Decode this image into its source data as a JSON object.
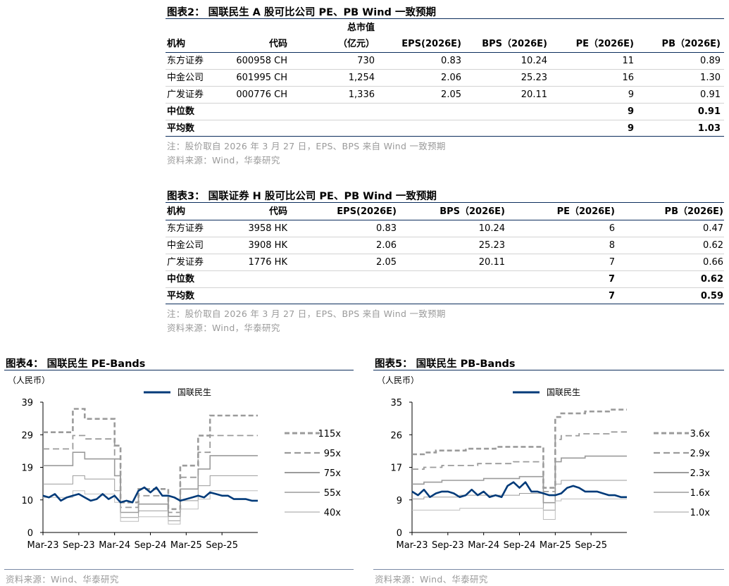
{
  "table2": {
    "title": "图表2：  国联民生 A 股可比公司  PE、PB Wind 一致预期",
    "header_top": "总市值",
    "headers": [
      "机构",
      "代码",
      "（亿元）",
      "EPS(2026E)",
      "BPS（2026E)",
      "PE（2026E)",
      "PB（2026E)"
    ],
    "rows": [
      [
        "东方证券",
        "600958 CH",
        "730",
        "0.83",
        "10.24",
        "11",
        "0.89"
      ],
      [
        "中金公司",
        "601995  CH",
        "1,254",
        "2.06",
        "25.23",
        "16",
        "1.30"
      ],
      [
        "广发证券",
        "000776 CH",
        "1,336",
        "2.05",
        "20.11",
        "9",
        "0.91"
      ]
    ],
    "median": {
      "label": "中位数",
      "pe": "9",
      "pb": "0.91"
    },
    "mean": {
      "label": "平均数",
      "pe": "9",
      "pb": "1.03"
    },
    "note": "注：股价取自 2026 年 3 月 27 日，EPS、BPS 来自 Wind 一致预期",
    "source": "资料来源：Wind，华泰研究"
  },
  "table3": {
    "title": "图表3：  国联证券 H 股可比公司  PE、PB Wind 一致预期",
    "headers": [
      "机构",
      "代码",
      "EPS(2026E)",
      "BPS（2026E)",
      "PE（2026E)",
      "PB（2026E)"
    ],
    "rows": [
      [
        "东方证券",
        "3958 HK",
        "0.83",
        "10.24",
        "6",
        "0.47"
      ],
      [
        "中金公司",
        "3908 HK",
        "2.06",
        "25.23",
        "8",
        "0.62"
      ],
      [
        "广发证券",
        "1776 HK",
        "2.05",
        "20.11",
        "7",
        "0.66"
      ]
    ],
    "median": {
      "label": "中位数",
      "pe": "7",
      "pb": "0.62"
    },
    "mean": {
      "label": "平均数",
      "pe": "7",
      "pb": "0.59"
    },
    "note": "注：股价取自 2026 年 3 月 27 日，EPS、BPS 来自 Wind 一致预期",
    "source": "资料来源：Wind，华泰研究"
  },
  "chart4": {
    "title": "图表4：  国联民生 PE-Bands",
    "source": "资料来源：Wind、华泰研究"
  },
  "chart5": {
    "title": "图表5：  国联民生 PB-Bands",
    "source": "资料来源：Wind、华泰研究"
  },
  "colors": {
    "rule": "#0b2d5c",
    "price": "#003a79",
    "band_dark": "#9b9b9b",
    "band_light": "#bdbdbd"
  },
  "chart_data": [
    {
      "type": "line",
      "title": "图表4：  国联民生 PE-Bands",
      "ylabel": "（人民币）",
      "ylim": [
        0,
        39
      ],
      "yticks": [
        "0",
        "10",
        "19",
        "29",
        "39"
      ],
      "xticks": [
        "Mar-23",
        "Sep-23",
        "Mar-24",
        "Sep-24",
        "Mar-25",
        "Sep-25"
      ],
      "legend_top": "国联民生",
      "band_labels": [
        "115x",
        "95x",
        "75x",
        "55x",
        "40x"
      ],
      "x": [
        0,
        1,
        2,
        3,
        4,
        5,
        6,
        7,
        8,
        9,
        10,
        11,
        12,
        13,
        14,
        15,
        16,
        17,
        18,
        19,
        20,
        21,
        22,
        23,
        24,
        25,
        26,
        27,
        28,
        29,
        30,
        31,
        32,
        33,
        34,
        35,
        36
      ],
      "series": [
        {
          "name": "国联民生",
          "values": [
            11.0,
            10.5,
            11.5,
            9.5,
            10.5,
            11.0,
            11.5,
            10.5,
            9.5,
            10.0,
            11.5,
            10.0,
            11.0,
            9.0,
            9.5,
            9.0,
            12.5,
            13.5,
            12.0,
            13.5,
            11.0,
            11.0,
            10.5,
            9.5,
            10.0,
            10.5,
            11.0,
            10.5,
            12.0,
            11.5,
            11.0,
            11.0,
            10.0,
            10.0,
            10.0,
            9.5,
            9.5
          ]
        },
        {
          "name": "115x",
          "values": [
            30,
            30,
            30,
            30,
            30,
            37,
            37,
            34,
            34,
            34,
            34,
            34,
            26,
            9,
            9,
            9,
            13,
            13,
            13,
            13,
            13,
            7,
            7,
            20,
            20,
            20,
            29,
            29,
            35,
            35,
            35,
            35,
            35,
            35,
            35,
            35,
            35
          ]
        },
        {
          "name": "95x",
          "values": [
            25,
            25,
            25,
            25,
            25,
            29,
            29,
            28,
            28,
            28,
            28,
            28,
            22,
            7.5,
            7.5,
            7.5,
            11,
            11,
            11,
            11,
            11,
            6,
            6,
            16.5,
            16.5,
            16.5,
            24,
            24,
            29,
            29,
            29,
            29,
            29,
            29,
            29,
            29,
            29
          ]
        },
        {
          "name": "75x",
          "values": [
            20,
            20,
            20,
            20,
            20,
            24,
            24,
            22,
            22,
            22,
            22,
            22,
            17,
            6,
            6,
            6,
            8.5,
            8.5,
            8.5,
            8.5,
            8.5,
            4.8,
            4.8,
            13,
            13,
            13,
            19,
            19,
            23,
            23,
            23,
            23,
            23,
            23,
            23,
            23,
            23
          ]
        },
        {
          "name": "55x",
          "values": [
            14.5,
            14.5,
            14.5,
            14.5,
            14.5,
            17,
            17,
            16,
            16,
            16,
            16,
            16,
            12.5,
            4.5,
            4.5,
            4.5,
            6.5,
            6.5,
            6.5,
            6.5,
            6.5,
            3.5,
            3.5,
            9.5,
            9.5,
            9.5,
            14,
            14,
            17,
            17,
            17,
            17,
            17,
            17,
            17,
            17,
            17
          ]
        },
        {
          "name": "40x",
          "values": [
            10.5,
            10.5,
            10.5,
            10.5,
            10.5,
            12.5,
            12.5,
            11.5,
            11.5,
            11.5,
            11.5,
            11.5,
            9,
            3.3,
            3.3,
            3.3,
            4.7,
            4.7,
            4.7,
            4.7,
            4.7,
            2.5,
            2.5,
            7,
            7,
            7,
            10,
            10,
            12.5,
            12.5,
            12.5,
            12.5,
            12.5,
            12.5,
            12.5,
            12.5,
            12.5
          ]
        }
      ]
    },
    {
      "type": "line",
      "title": "图表5：  国联民生 PB-Bands",
      "ylabel": "（人民币）",
      "ylim": [
        0,
        35
      ],
      "yticks": [
        "0",
        "9",
        "17",
        "26",
        "35"
      ],
      "xticks": [
        "Mar-23",
        "Sep-23",
        "Mar-24",
        "Sep-24",
        "Mar-25",
        "Sep-25"
      ],
      "legend_top": "国联民生",
      "band_labels": [
        "3.6x",
        "2.9x",
        "2.3x",
        "1.6x",
        "1.0x"
      ],
      "x": [
        0,
        1,
        2,
        3,
        4,
        5,
        6,
        7,
        8,
        9,
        10,
        11,
        12,
        13,
        14,
        15,
        16,
        17,
        18,
        19,
        20,
        21,
        22,
        23,
        24,
        25,
        26,
        27,
        28,
        29,
        30,
        31,
        32,
        33,
        34,
        35,
        36
      ],
      "series": [
        {
          "name": "国联民生",
          "values": [
            11.0,
            10.0,
            11.5,
            9.5,
            10.5,
            11.0,
            11.0,
            10.5,
            9.5,
            10.0,
            11.5,
            10.0,
            11.0,
            9.5,
            10.0,
            9.5,
            12.5,
            13.5,
            12.0,
            13.5,
            11.0,
            11.0,
            10.5,
            10.0,
            10.0,
            10.5,
            12.0,
            12.5,
            12.0,
            11.0,
            11.0,
            11.0,
            10.5,
            10.0,
            10.0,
            9.5,
            9.5
          ]
        },
        {
          "name": "3.6x",
          "values": [
            21,
            21,
            21.5,
            21.5,
            22,
            22,
            22,
            22,
            22,
            22.5,
            22.5,
            22.5,
            22.5,
            22.5,
            23,
            23,
            23,
            23,
            23,
            23,
            23,
            23,
            12,
            12,
            31,
            32,
            32,
            32,
            32,
            32.5,
            32.5,
            32.5,
            32.5,
            33,
            33,
            33,
            33
          ]
        },
        {
          "name": "2.9x",
          "values": [
            17,
            17,
            17.5,
            17.5,
            17.5,
            18,
            18,
            18,
            18,
            18,
            18,
            18.5,
            18.5,
            18.5,
            18.5,
            18.5,
            18.5,
            19,
            19,
            19,
            19,
            19,
            11,
            11,
            25,
            26,
            26,
            26,
            26.5,
            26.5,
            26.5,
            26.5,
            26.5,
            27,
            27,
            27,
            27
          ]
        },
        {
          "name": "2.3x",
          "values": [
            13,
            13,
            13.5,
            13.5,
            13.5,
            14,
            14,
            14,
            14,
            14,
            14,
            14,
            14.5,
            14.5,
            14.5,
            14.5,
            14.5,
            14.5,
            15,
            15,
            15,
            15,
            8,
            8,
            19,
            20,
            20,
            20,
            20,
            20.5,
            20.5,
            20.5,
            20.5,
            20.5,
            20.5,
            20.5,
            20.5
          ]
        },
        {
          "name": "1.6x",
          "values": [
            9,
            9,
            9.5,
            9.5,
            9.5,
            9.5,
            9.5,
            9.5,
            10,
            10,
            10,
            10,
            10,
            10,
            10,
            10,
            10,
            10,
            10.5,
            10.5,
            10.5,
            10.5,
            6,
            6,
            13,
            14,
            14,
            14,
            14,
            14,
            14,
            14,
            14,
            14,
            14,
            14,
            14
          ]
        },
        {
          "name": "1.0x",
          "values": [
            6,
            6,
            6,
            6,
            6,
            6,
            6,
            6,
            6.5,
            6.5,
            6.5,
            6.5,
            6.5,
            6.5,
            6.5,
            6.5,
            6.5,
            6.5,
            6.5,
            6.5,
            6.5,
            6.5,
            3.5,
            3.5,
            8.5,
            9,
            9,
            9,
            9,
            9,
            9,
            9,
            9,
            9,
            9,
            9,
            9
          ]
        }
      ]
    }
  ]
}
